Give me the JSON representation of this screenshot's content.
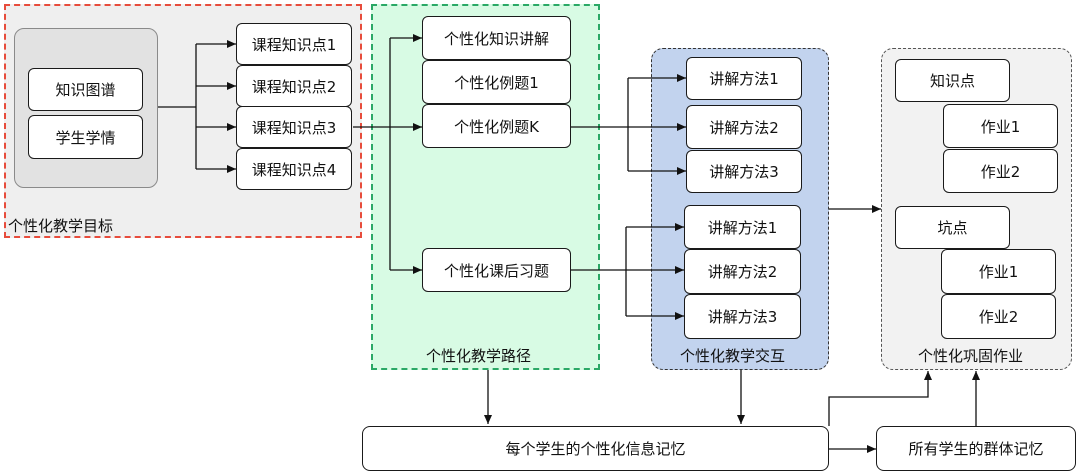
{
  "colors": {
    "target_border": "#e74c3c",
    "target_fill": "#efefef",
    "path_border": "#2ba866",
    "path_fill": "#d8fbe4",
    "interaction_border": "#333333",
    "interaction_fill": "#c2d3ee",
    "homework_border": "#555555",
    "homework_fill": "#f2f2f2",
    "inner_fill": "#e6e6e6"
  },
  "target": {
    "label": "个性化教学目标",
    "inputs": [
      "知识图谱",
      "学生学情"
    ],
    "points": [
      "课程知识点1",
      "课程知识点2",
      "课程知识点3",
      "课程知识点4"
    ]
  },
  "path": {
    "label": "个性化教学路径",
    "items": [
      "个性化知识讲解",
      "个性化例题1",
      "个性化例题K",
      "个性化课后习题"
    ]
  },
  "interaction": {
    "label": "个性化教学交互",
    "group_a": [
      "讲解方法1",
      "讲解方法2",
      "讲解方法3"
    ],
    "group_b": [
      "讲解方法1",
      "讲解方法2",
      "讲解方法3"
    ]
  },
  "homework": {
    "label": "个性化巩固作业",
    "knowledge_point": "知识点",
    "knowledge_tasks": [
      "作业1",
      "作业2"
    ],
    "pitfall": "坑点",
    "pitfall_tasks": [
      "作业1",
      "作业2"
    ]
  },
  "memory": {
    "individual": "每个学生的个性化信息记忆",
    "group": "所有学生的群体记忆"
  }
}
